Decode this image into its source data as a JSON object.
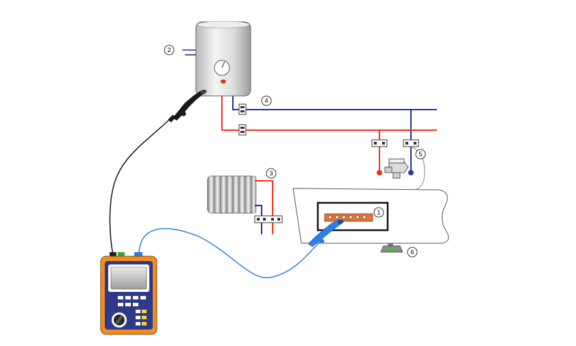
{
  "callouts": [
    {
      "id": "1",
      "label": "1"
    },
    {
      "id": "2",
      "label": "2"
    },
    {
      "id": "3",
      "label": "3"
    },
    {
      "id": "4",
      "label": "4"
    },
    {
      "id": "5",
      "label": "5"
    },
    {
      "id": "6",
      "label": "6"
    }
  ],
  "colors": {
    "cold_pipe": "#1f2f9c",
    "hot_pipe": "#ff2a1a",
    "probe_lead_black": "#111111",
    "probe_lead_blue": "#2f7ee8",
    "meter_body": "#f08c1e",
    "meter_panel": "#2d3a8c",
    "copper_bar": "#e0743a",
    "ground_clamp_dot": "#3fbf2f"
  },
  "icons": {
    "water_heater": "water-heater-icon",
    "radiator": "radiator-icon",
    "meter": "clamp-earth-tester-icon",
    "clamp": "current-clamp-icon"
  }
}
